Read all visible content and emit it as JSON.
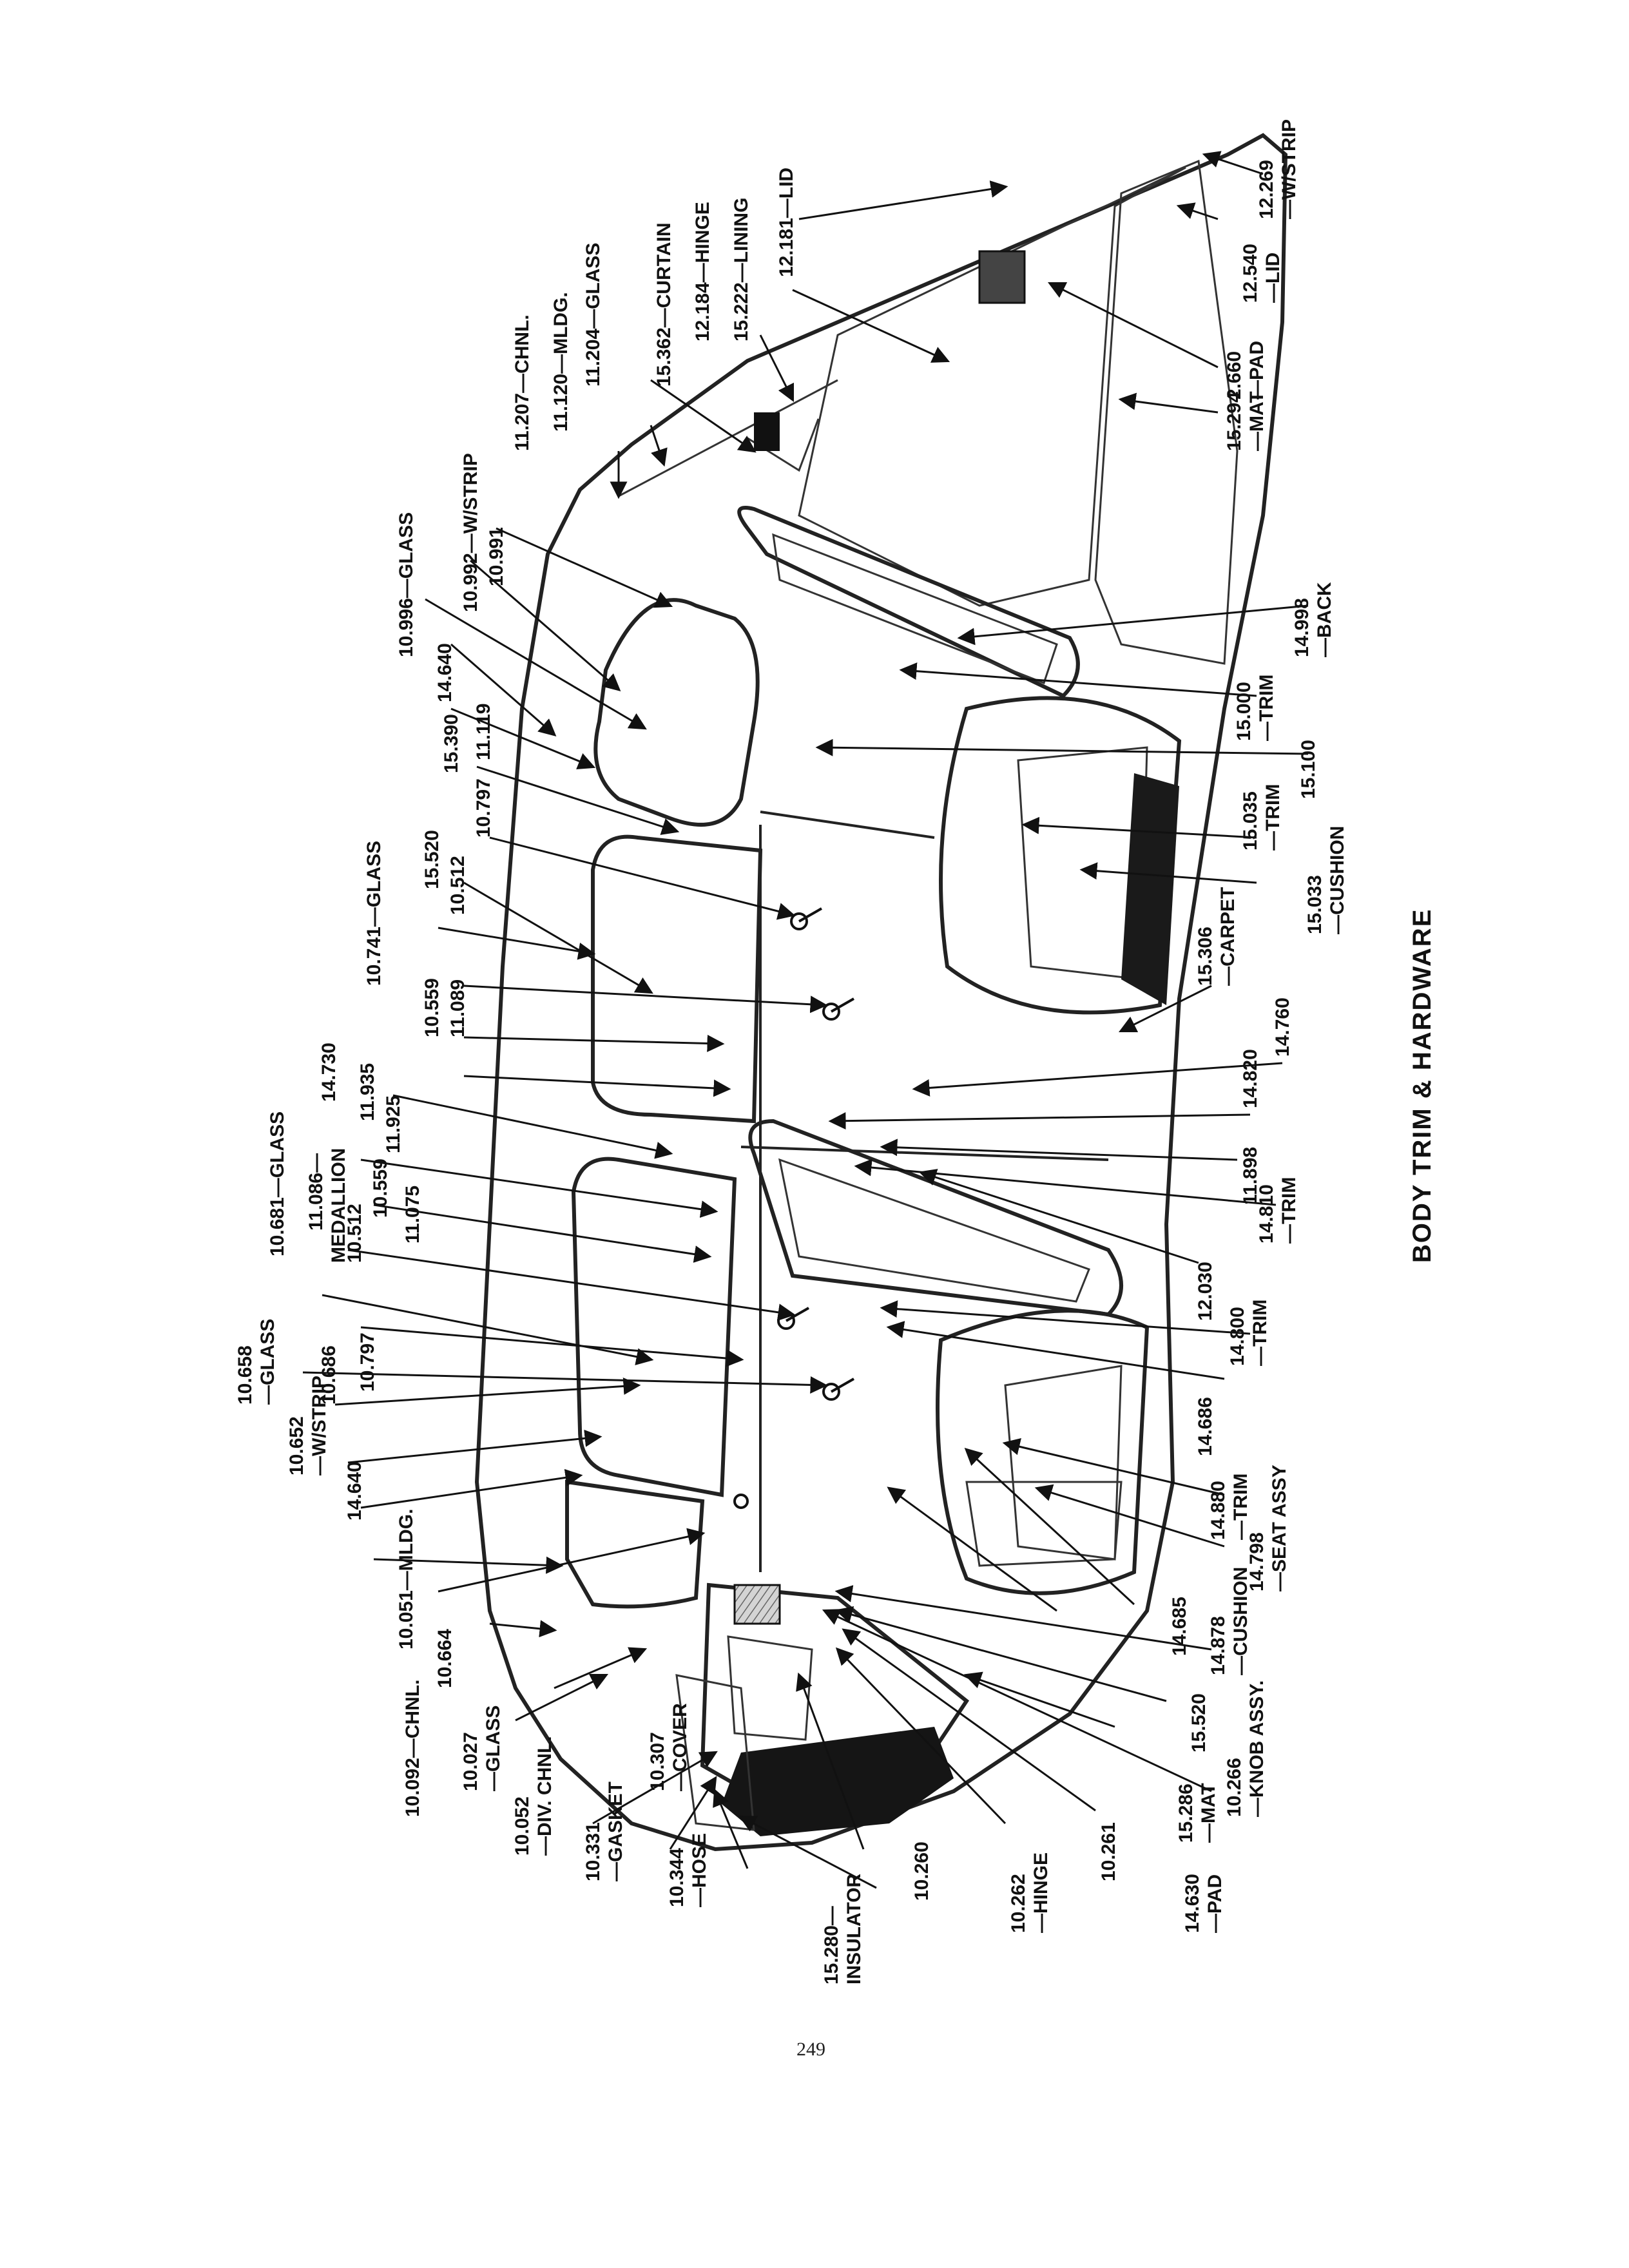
{
  "title": "BODY TRIM & HARDWARE",
  "page_number": "249",
  "colors": {
    "ink": "#111111",
    "stipple": "#8c8c8c",
    "glass": "#d9d9d9",
    "dark": "#1a1a1a"
  },
  "callouts": [
    {
      "id": "c0",
      "text": "12.269"
    },
    {
      "id": "c1",
      "text": "—W/STRIP"
    },
    {
      "id": "c2",
      "text": "12.540"
    },
    {
      "id": "c3",
      "text": "—LID"
    },
    {
      "id": "c4",
      "text": "12.181—LID"
    },
    {
      "id": "c5",
      "text": "15.222—LINING"
    },
    {
      "id": "c6",
      "text": "12.184—HINGE"
    },
    {
      "id": "c7",
      "text": "15.362—CURTAIN"
    },
    {
      "id": "c8",
      "text": "11.204—GLASS"
    },
    {
      "id": "c9",
      "text": "11.120—MLDG."
    },
    {
      "id": "c10",
      "text": "11.207—CHNL."
    },
    {
      "id": "c11",
      "text": "2.660"
    },
    {
      "id": "c12",
      "text": "—PAD"
    },
    {
      "id": "c13",
      "text": "15.294"
    },
    {
      "id": "c14",
      "text": "—MAT"
    },
    {
      "id": "c15",
      "text": "10.991"
    },
    {
      "id": "c16",
      "text": "10.992—W/STRIP"
    },
    {
      "id": "c17",
      "text": "10.996—GLASS"
    },
    {
      "id": "c18",
      "text": "14.640"
    },
    {
      "id": "c19",
      "text": "11.119"
    },
    {
      "id": "c20",
      "text": "15.390"
    },
    {
      "id": "c21",
      "text": "14.998"
    },
    {
      "id": "c22",
      "text": "—BACK"
    },
    {
      "id": "c23",
      "text": "15.000"
    },
    {
      "id": "c24",
      "text": "—TRIM"
    },
    {
      "id": "c25",
      "text": "15.100"
    },
    {
      "id": "c26",
      "text": "15.035"
    },
    {
      "id": "c27",
      "text": "—TRIM"
    },
    {
      "id": "c28",
      "text": "15.033"
    },
    {
      "id": "c29",
      "text": "—CUSHION"
    },
    {
      "id": "c30",
      "text": "10.797"
    },
    {
      "id": "c31",
      "text": "15.520"
    },
    {
      "id": "c32",
      "text": "10.741—GLASS"
    },
    {
      "id": "c33",
      "text": "10.512"
    },
    {
      "id": "c34",
      "text": "11.089"
    },
    {
      "id": "c35",
      "text": "10.559"
    },
    {
      "id": "c36",
      "text": "15.306"
    },
    {
      "id": "c37",
      "text": "—CARPET"
    },
    {
      "id": "c38",
      "text": "14.760"
    },
    {
      "id": "c39",
      "text": "14.820"
    },
    {
      "id": "c40",
      "text": "11.898"
    },
    {
      "id": "c41",
      "text": "14.810"
    },
    {
      "id": "c42",
      "text": "—TRIM"
    },
    {
      "id": "c43",
      "text": "12.030"
    },
    {
      "id": "c44",
      "text": "11.935"
    },
    {
      "id": "c45",
      "text": "14.730"
    },
    {
      "id": "c46",
      "text": "11.925"
    },
    {
      "id": "c47",
      "text": "10.559"
    },
    {
      "id": "c48",
      "text": "11.075"
    },
    {
      "id": "c49",
      "text": "10.512"
    },
    {
      "id": "c50",
      "text": "11.086—"
    },
    {
      "id": "c51",
      "text": "MEDALLION"
    },
    {
      "id": "c52",
      "text": "10.681—GLASS"
    },
    {
      "id": "c53",
      "text": "10.797"
    },
    {
      "id": "c54",
      "text": "10.686"
    },
    {
      "id": "c55",
      "text": "10.658"
    },
    {
      "id": "c56",
      "text": "—GLASS"
    },
    {
      "id": "c57",
      "text": "10.652"
    },
    {
      "id": "c58",
      "text": "—W/STRIP"
    },
    {
      "id": "c59",
      "text": "14.640"
    },
    {
      "id": "c60",
      "text": "10.051—MLDG."
    },
    {
      "id": "c61",
      "text": "14.800"
    },
    {
      "id": "c62",
      "text": "—TRIM"
    },
    {
      "id": "c63",
      "text": "14.686"
    },
    {
      "id": "c64",
      "text": "14.880"
    },
    {
      "id": "c65",
      "text": "—TRIM"
    },
    {
      "id": "c66",
      "text": "14.798"
    },
    {
      "id": "c67",
      "text": "—SEAT ASSY"
    },
    {
      "id": "c68",
      "text": "14.878"
    },
    {
      "id": "c69",
      "text": "—CUSHION"
    },
    {
      "id": "c70",
      "text": "14.685"
    },
    {
      "id": "c71",
      "text": "15.520"
    },
    {
      "id": "c72",
      "text": "10.266"
    },
    {
      "id": "c73",
      "text": "—KNOB ASSY."
    },
    {
      "id": "c74",
      "text": "15.286"
    },
    {
      "id": "c75",
      "text": "—MAT"
    },
    {
      "id": "c76",
      "text": "14.630"
    },
    {
      "id": "c77",
      "text": "—PAD"
    },
    {
      "id": "c78",
      "text": "10.261"
    },
    {
      "id": "c79",
      "text": "10.262"
    },
    {
      "id": "c80",
      "text": "—HINGE"
    },
    {
      "id": "c81",
      "text": "10.260"
    },
    {
      "id": "c82",
      "text": "15.280—"
    },
    {
      "id": "c83",
      "text": "INSULATOR"
    },
    {
      "id": "c84",
      "text": "10.344"
    },
    {
      "id": "c85",
      "text": "—HOSE"
    },
    {
      "id": "c86",
      "text": "10.331"
    },
    {
      "id": "c87",
      "text": "—GASKET"
    },
    {
      "id": "c88",
      "text": "10.307"
    },
    {
      "id": "c89",
      "text": "—COVER"
    },
    {
      "id": "c90",
      "text": "10.052"
    },
    {
      "id": "c91",
      "text": "—DIV. CHNL."
    },
    {
      "id": "c92",
      "text": "10.027"
    },
    {
      "id": "c93",
      "text": "—GLASS"
    },
    {
      "id": "c94",
      "text": "10.092—CHNL."
    },
    {
      "id": "c95",
      "text": "10.664"
    }
  ]
}
